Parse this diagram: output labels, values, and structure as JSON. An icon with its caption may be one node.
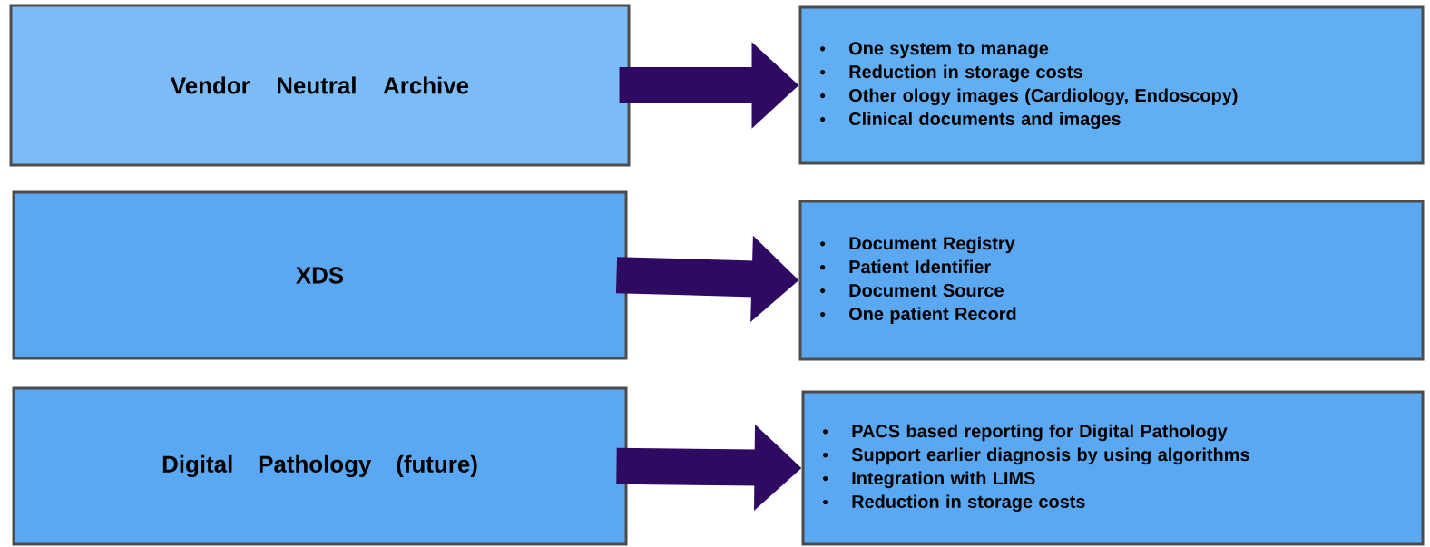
{
  "diagram": {
    "nodes": [
      {
        "text": [
          "Vendor Neutral Archive"
        ]
      },
      {
        "text": [
          "One system to manage",
          "Reduction in storage costs",
          "Other ology images (Cardiology, Endoscopy)",
          "Clinical documents and images"
        ]
      },
      {
        "text": [
          "XDS"
        ]
      },
      {
        "text": [
          "Document Registry",
          "Patient Identifier",
          "Document Source",
          "One patient Record"
        ]
      },
      {
        "text": [
          "Digital Pathology (future)"
        ]
      },
      {
        "text": [
          "PACS based reporting for Digital Pathology",
          "Support earlier diagnosis by using algorithms",
          "Integration with LIMS",
          "Reduction in storage costs"
        ]
      }
    ],
    "edges": [
      {
        "from": 0,
        "to": 1,
        "arrow": "to"
      },
      {
        "from": 2,
        "to": 3,
        "arrow": "to"
      },
      {
        "from": 4,
        "to": 5,
        "arrow": "to"
      }
    ]
  }
}
